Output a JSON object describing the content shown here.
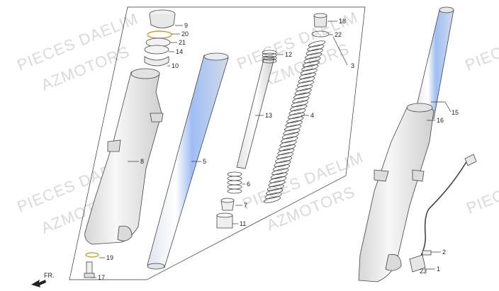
{
  "watermarks": [
    "PIECES DAELIM",
    "AZMOTORS",
    "PIECES DAELIM",
    "AZMOTORS",
    "PIECES DAELIM",
    "AZMOTORS",
    "PIECES DAELIM",
    "AZMOTORS",
    "PIECES",
    "PIECES"
  ],
  "callouts": {
    "c1": "1",
    "c2": "2",
    "c3": "3",
    "c4": "4",
    "c5": "5",
    "c6": "6",
    "c7": "7",
    "c8": "8",
    "c9": "9",
    "c10": "10",
    "c11": "11",
    "c12": "12",
    "c13": "13",
    "c14": "14",
    "c15": "15",
    "c16": "16",
    "c17": "17",
    "c18": "18",
    "c19": "19",
    "c20": "20",
    "c21": "21",
    "c22": "22",
    "c23": "23"
  },
  "direction_label": "FR.",
  "colors": {
    "part_fill": "#eeeeee",
    "tube_fill": "#e9edf5",
    "tube_highlight": "#8db0f2",
    "accent": "#c49a3a",
    "line": "#333333",
    "watermark": "#d9d9d9"
  },
  "icons": [
    "front-direction-arrow-icon"
  ]
}
